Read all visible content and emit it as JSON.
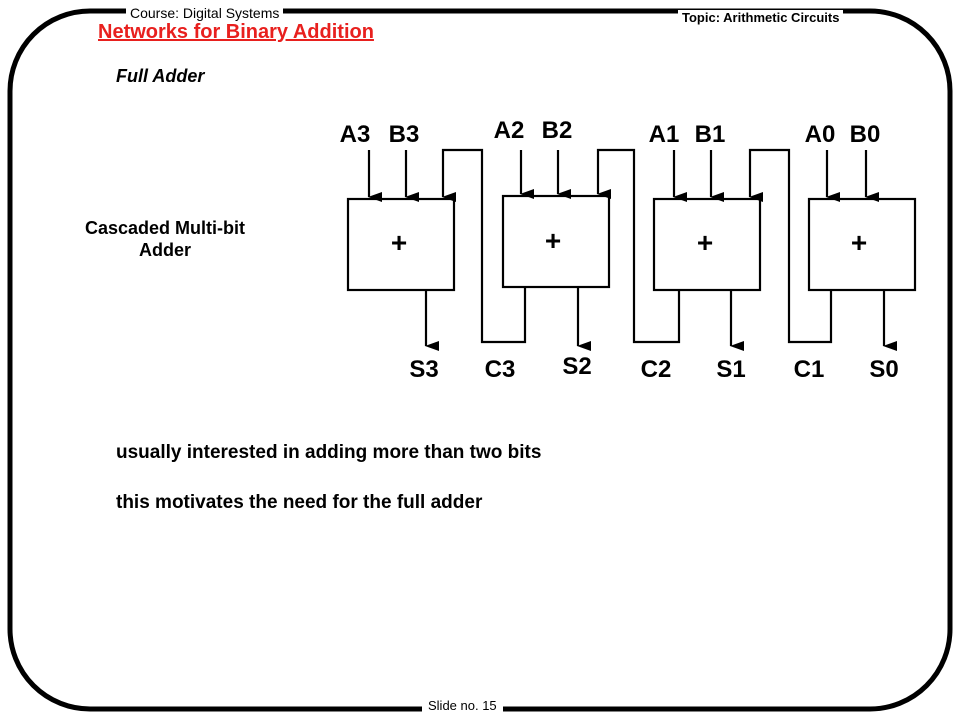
{
  "header": {
    "course": "Course: Digital Systems",
    "topic": "Topic: Arithmetic Circuits",
    "slide_no": "Slide no. 15"
  },
  "title": "Networks for Binary Addition",
  "subtitle": "Full Adder",
  "side_label": [
    "Cascaded Multi-bit",
    "Adder"
  ],
  "diagram": {
    "adder_symbol": "+",
    "adders": [
      {
        "a": "A3",
        "b": "B3",
        "s": "S3",
        "c": "C3"
      },
      {
        "a": "A2",
        "b": "B2",
        "s": "S2",
        "c": "C2"
      },
      {
        "a": "A1",
        "b": "B1",
        "s": "S1",
        "c": "C1"
      },
      {
        "a": "A0",
        "b": "B0",
        "s": "S0"
      }
    ]
  },
  "bullets": [
    "usually interested in adding more than two bits",
    "this motivates the need for the full adder"
  ],
  "colors": {
    "title": "#e8201e",
    "ink": "#000000",
    "background": "#ffffff"
  }
}
